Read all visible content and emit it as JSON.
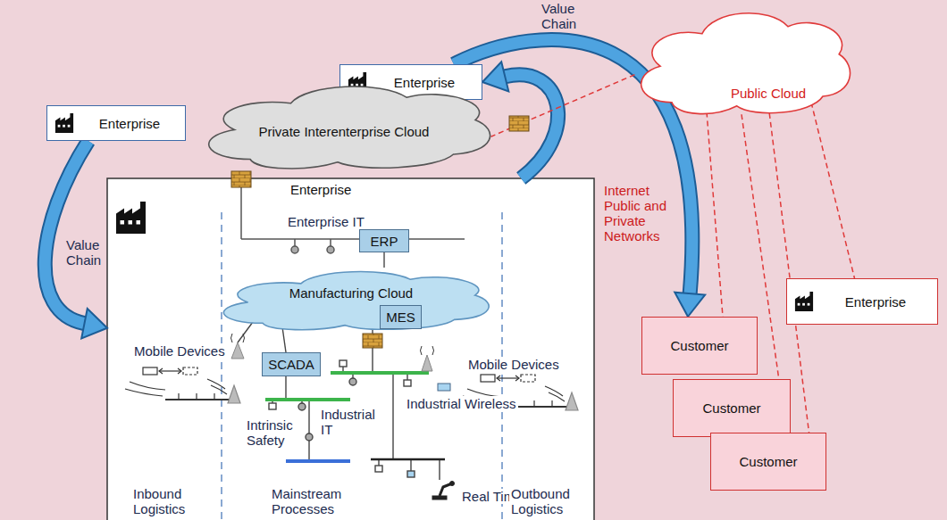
{
  "diagram": {
    "nodes": [
      {
        "text": [
          "Enterprise"
        ]
      },
      {
        "text": [
          "Enterprise"
        ]
      },
      {
        "text": [
          "Private Interenterprise Cloud"
        ]
      },
      {
        "text": [
          "Public Cloud"
        ]
      },
      {
        "text": [
          "Enterprise"
        ]
      },
      {
        "text": [
          "ERP"
        ],
        "in": 4
      },
      {
        "text": [
          "Manufacturing Cloud"
        ],
        "in": 4
      },
      {
        "text": [
          "MES"
        ],
        "in": 4
      },
      {
        "text": [
          "SCADA"
        ],
        "in": 4
      },
      {
        "text": [
          "Enterprise"
        ]
      },
      {
        "text": [
          "Customer"
        ]
      },
      {
        "text": [
          "Customer"
        ]
      },
      {
        "text": [
          "Customer"
        ]
      }
    ],
    "edges": [
      {
        "from": 0,
        "to": 4,
        "arrow": "to"
      },
      {
        "from": 4,
        "to": 1,
        "arrow": "to"
      },
      {
        "from": 1,
        "to": 10,
        "arrow": "to"
      },
      {
        "from": 3,
        "to": 2,
        "arrow": "none"
      },
      {
        "from": 3,
        "to": 10,
        "arrow": "none"
      },
      {
        "from": 3,
        "to": 11,
        "arrow": "none"
      },
      {
        "from": 3,
        "to": 12,
        "arrow": "none"
      },
      {
        "from": 3,
        "to": 9,
        "arrow": "none"
      }
    ],
    "labels": [
      "Value Chain",
      "Value Chain",
      "Enterprise IT",
      "Mobile Devices",
      "Intrinsic Safety",
      "Industrial IT",
      "Industrial Wireless",
      "Real Time",
      "Mobile Devices",
      "Inbound Logistics",
      "Mainstream Processes",
      "Outbound Logistics",
      "Internet Public and Private Networks"
    ]
  }
}
